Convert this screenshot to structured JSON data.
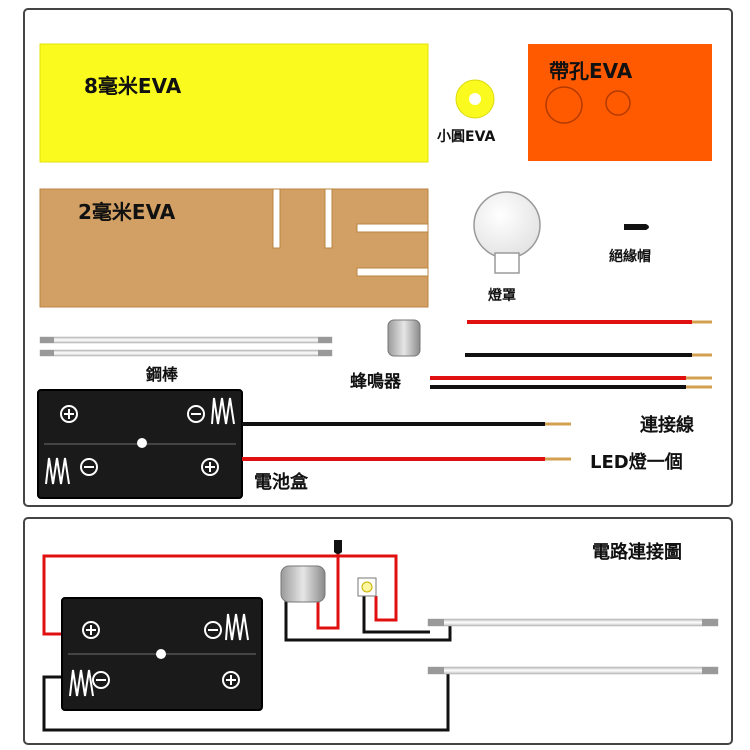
{
  "parts_panel": {
    "eva_8mm_label": "8毫米EVA",
    "eva_2mm_label": "2毫米EVA",
    "eva_holes_label": "帶孔EVA",
    "small_circle_label": "小圓EVA",
    "insulation_cap_label": "絕緣帽",
    "lamp_shade_label": "燈罩",
    "steel_rod_label": "鋼棒",
    "buzzer_label": "蜂鳴器",
    "battery_box_label": "電池盒",
    "wires_label": "連接線",
    "led_label": "LED燈一個"
  },
  "circuit_panel": {
    "title": "電路連接圖"
  },
  "colors": {
    "eva_yellow": "#fafa1e",
    "eva_orange": "#ff5a00",
    "eva_tan": "#d2a064",
    "wire_red": "#e01010",
    "wire_black": "#111111",
    "battery_box": "#1a1a1a",
    "panel_border": "#444444"
  }
}
